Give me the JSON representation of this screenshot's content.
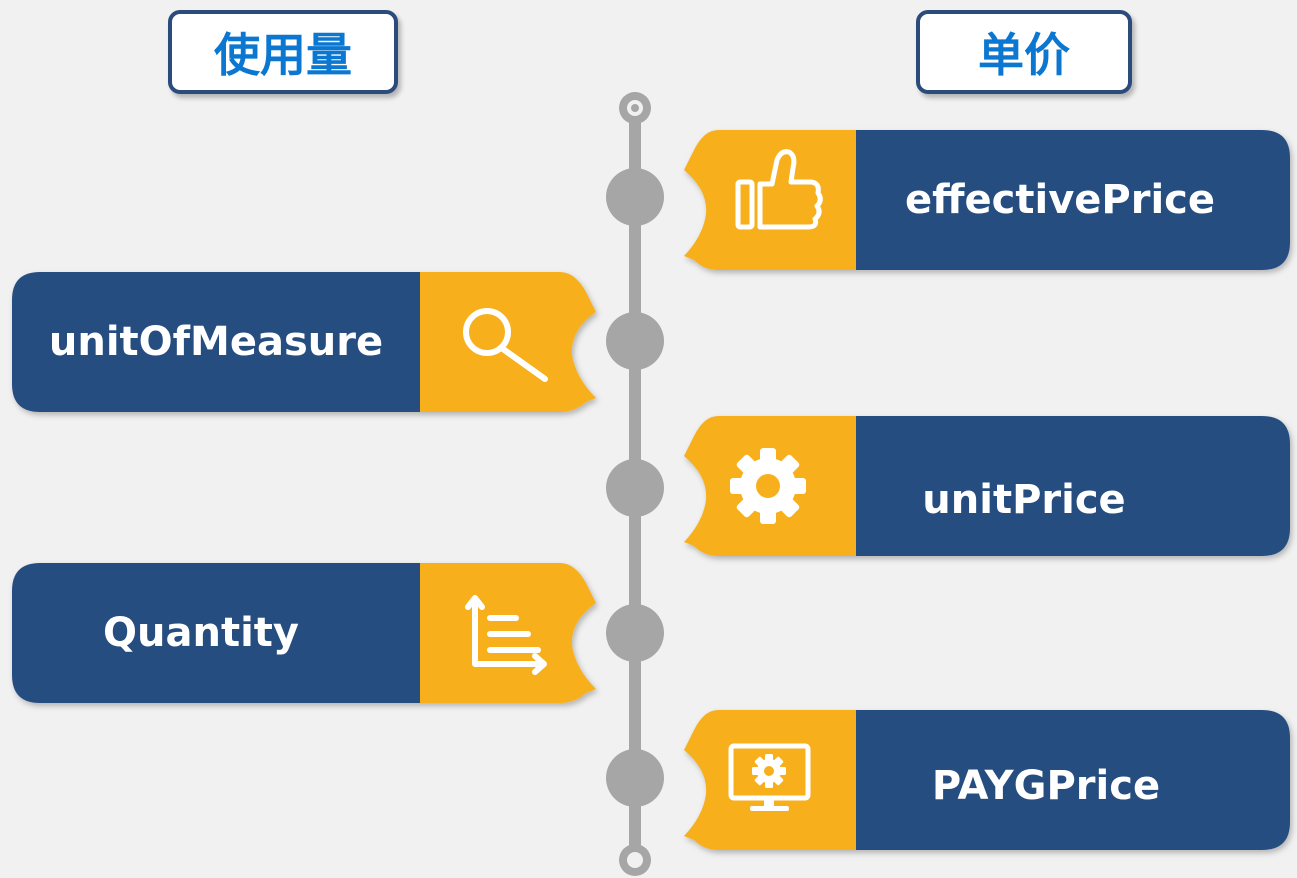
{
  "headers": {
    "left": "使用量",
    "right": "单价"
  },
  "left_items": [
    {
      "label": "unitOfMeasure",
      "icon": "magnifier-icon"
    },
    {
      "label": "Quantity",
      "icon": "sort-list-icon"
    }
  ],
  "right_items": [
    {
      "label": "effectivePrice",
      "icon": "thumbs-up-icon"
    },
    {
      "label": "unitPrice",
      "icon": "gear-icon"
    },
    {
      "label": "PAYGPrice",
      "icon": "monitor-gear-icon"
    }
  ],
  "colors": {
    "navy": "#264e80",
    "amber": "#f7b01f",
    "track": "#a6a6a6",
    "header_text": "#0b77d1",
    "background": "#f1f1f1"
  }
}
